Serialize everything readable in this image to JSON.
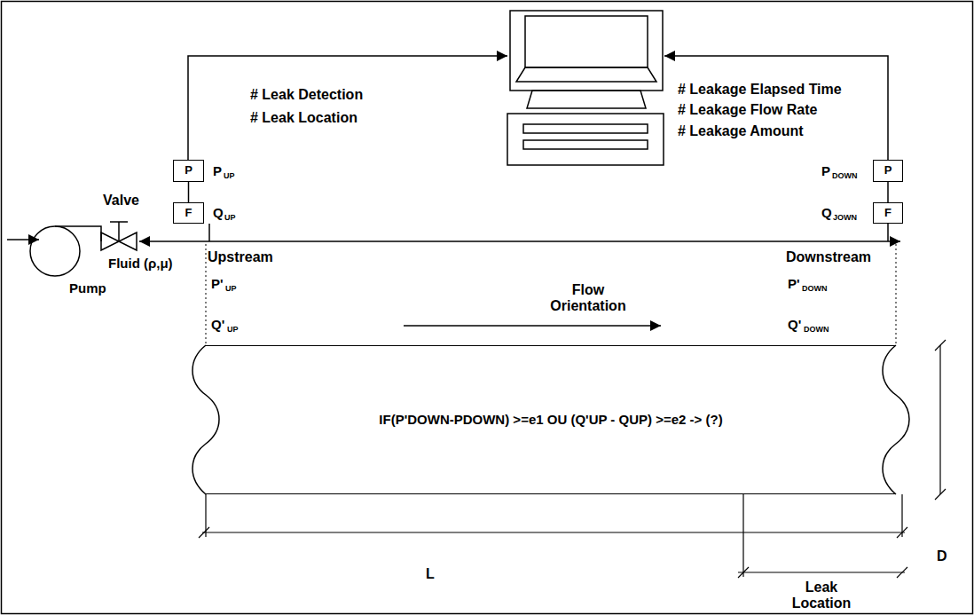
{
  "diagram": {
    "nodes": [
      {
        "text": [
          "P"
        ]
      },
      {
        "text": [
          "F"
        ]
      },
      {
        "text": [
          "P"
        ]
      },
      {
        "text": [
          "F"
        ]
      },
      {
        "text": [
          "IF(P'DOWN-PDOWN) >=e1 OU (Q'UP - QUP) >=e2 -> (?)"
        ]
      }
    ],
    "edges": [
      {
        "from": 0,
        "to": 1,
        "arrow": "none"
      },
      {
        "from": 2,
        "to": 3,
        "arrow": "none"
      }
    ],
    "labels": [
      "# Leak Detection",
      "# Leak Location",
      "# Leakage Elapsed Time",
      "# Leakage Flow Rate",
      "# Leakage Amount",
      "Valve",
      "Fluid (ρ,μ)",
      "Pump",
      "P",
      "UP",
      "Q",
      "UP",
      "P",
      "DOWN",
      "Q",
      "JOWN",
      "Upstream",
      "Downstream",
      "P'",
      "UP",
      "Q'",
      "UP",
      "P'",
      "DOWN",
      "Q'",
      "DOWN",
      "Flow Orientation",
      "L",
      "D",
      "Leak Location"
    ]
  }
}
